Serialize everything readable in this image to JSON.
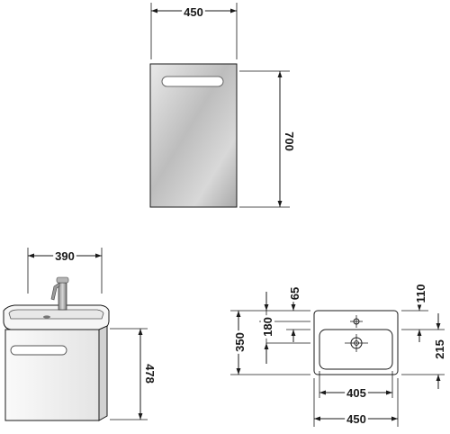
{
  "mirror": {
    "width_label": "450",
    "height_label": "700"
  },
  "vanity": {
    "width_label": "390",
    "height_label": "478"
  },
  "basin_plan": {
    "depth_label": "350",
    "tap_offset_label": "180",
    "rim_label": "65",
    "back_rim_label": "110",
    "side_label": "215",
    "inner_width_label": "405",
    "outer_width_label": "450"
  }
}
